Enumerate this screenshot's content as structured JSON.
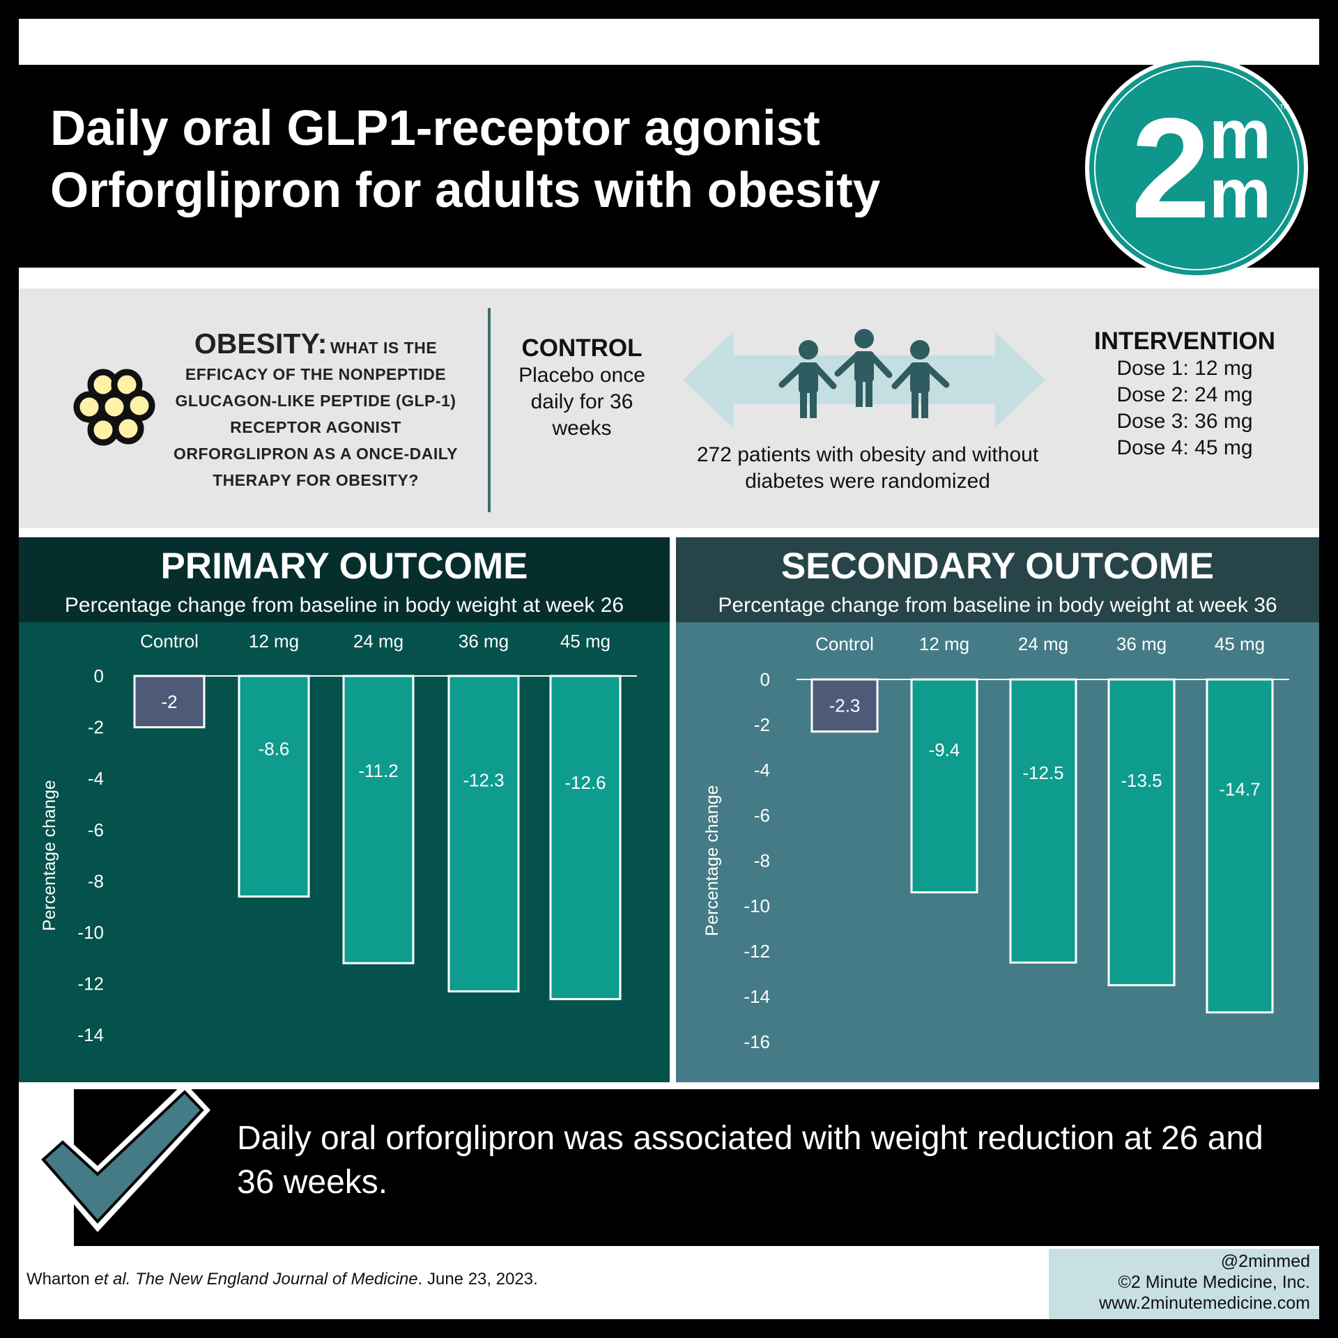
{
  "header": {
    "title_line1": "Daily oral GLP1-receptor agonist",
    "title_line2": "Orforglipron for adults with obesity",
    "logo_text": "2",
    "logo_m": "m",
    "logo_tm": "TM",
    "logo_color": "#0f978b"
  },
  "question": {
    "lead": "OBESITY:",
    "text": "WHAT IS THE EFFICACY OF THE NONPEPTIDE GLUCAGON-LIKE PEPTIDE (GLP-1) RECEPTOR AGONIST ORFORGLIPRON AS A ONCE-DAILY THERAPY FOR OBESITY?",
    "icon": "fat-cells-icon"
  },
  "control": {
    "heading": "CONTROL",
    "line1": "Placebo once",
    "line2": "daily for 36",
    "line3": "weeks"
  },
  "population": {
    "line1": "272 patients with obesity and without",
    "line2": "diabetes were randomized",
    "icon": "people-icon"
  },
  "intervention": {
    "heading": "INTERVENTION",
    "doses": [
      "Dose 1: 12 mg",
      "Dose 2: 24 mg",
      "Dose 3: 36 mg",
      "Dose 4: 45 mg"
    ]
  },
  "primary": {
    "title": "PRIMARY OUTCOME",
    "subtitle": "Percentage change from baseline in body weight at week 26"
  },
  "secondary": {
    "title": "SECONDARY OUTCOME",
    "subtitle": "Percentage change from baseline in body weight at week 36"
  },
  "chart_data": [
    {
      "type": "bar",
      "categories": [
        "Control",
        "12 mg",
        "24 mg",
        "36 mg",
        "45 mg"
      ],
      "values": [
        -2,
        -8.6,
        -11.2,
        -12.3,
        -12.6
      ],
      "value_labels": [
        "-2",
        "-8.6",
        "-11.2",
        "-12.3",
        "-12.6"
      ],
      "ylabel": "Percentage change",
      "ylim": [
        -14,
        0
      ],
      "yticks": [
        0,
        -2,
        -4,
        -6,
        -8,
        -10,
        -12,
        -14
      ],
      "bar_colors": [
        "#4e5a78",
        "#0d9c8e",
        "#0d9c8e",
        "#0d9c8e",
        "#0d9c8e"
      ],
      "background": "#04524b"
    },
    {
      "type": "bar",
      "categories": [
        "Control",
        "12 mg",
        "24 mg",
        "36 mg",
        "45 mg"
      ],
      "values": [
        -2.3,
        -9.4,
        -12.5,
        -13.5,
        -14.7
      ],
      "value_labels": [
        "-2.3",
        "-9.4",
        "-12.5",
        "-13.5",
        "-14.7"
      ],
      "ylabel": "Percentage change",
      "ylim": [
        -16,
        0
      ],
      "yticks": [
        0,
        -2,
        -4,
        -6,
        -8,
        -10,
        -12,
        -14,
        -16
      ],
      "bar_colors": [
        "#4e5a78",
        "#0d9c8e",
        "#0d9c8e",
        "#0d9c8e",
        "#0d9c8e"
      ],
      "background": "#447b86"
    }
  ],
  "conclusion": {
    "text": "Daily oral orforglipron was associated with weight reduction at 26 and 36 weeks.",
    "icon": "checkmark-icon"
  },
  "citation": {
    "authors": "Wharton",
    "etal": " et al.",
    "journal": " The New England Journal of Medicine",
    "date": ". June 23, 2023."
  },
  "copyright": {
    "handle": "@2minmed",
    "company": "©2 Minute Medicine, Inc.",
    "url": "www.2minutemedicine.com"
  }
}
